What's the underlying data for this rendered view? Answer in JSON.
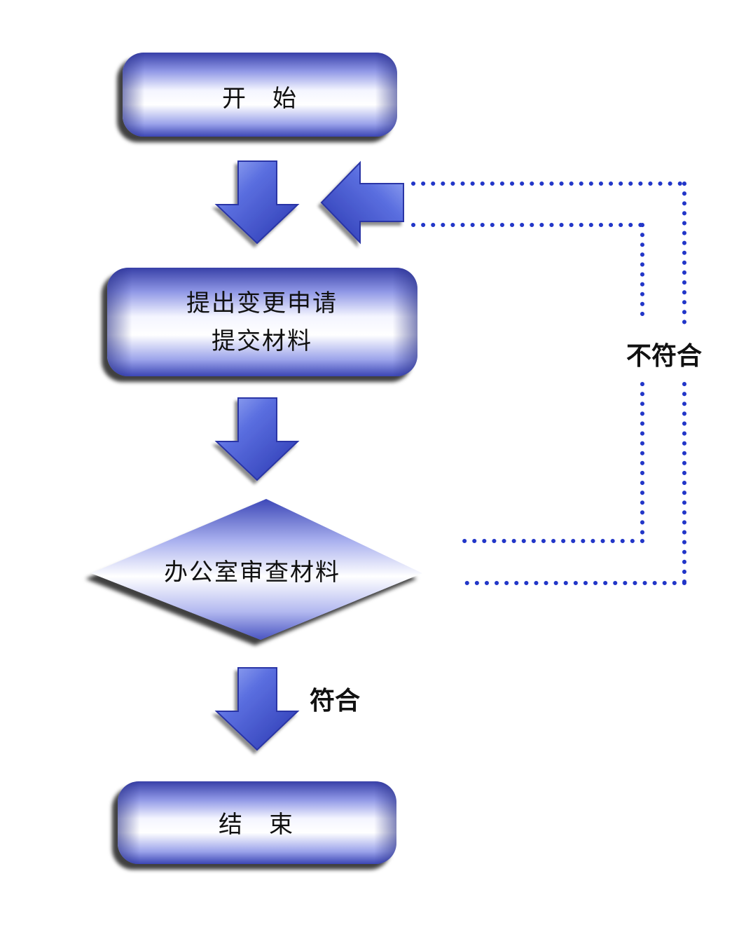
{
  "diagram": {
    "nodes": {
      "start": {
        "text": "开　始"
      },
      "submit": {
        "line1": "提出变更申请",
        "line2": "提交材料"
      },
      "review": {
        "text": "办公室审查材料"
      },
      "end": {
        "text": "结　束"
      }
    },
    "labels": {
      "reject": "不符合",
      "accept": "符合"
    },
    "colors": {
      "box_dark": "#3a45b0",
      "box_light": "#f4f5ff",
      "arrow_fill": "#4a5fd6",
      "dots": "#2236c8"
    }
  }
}
